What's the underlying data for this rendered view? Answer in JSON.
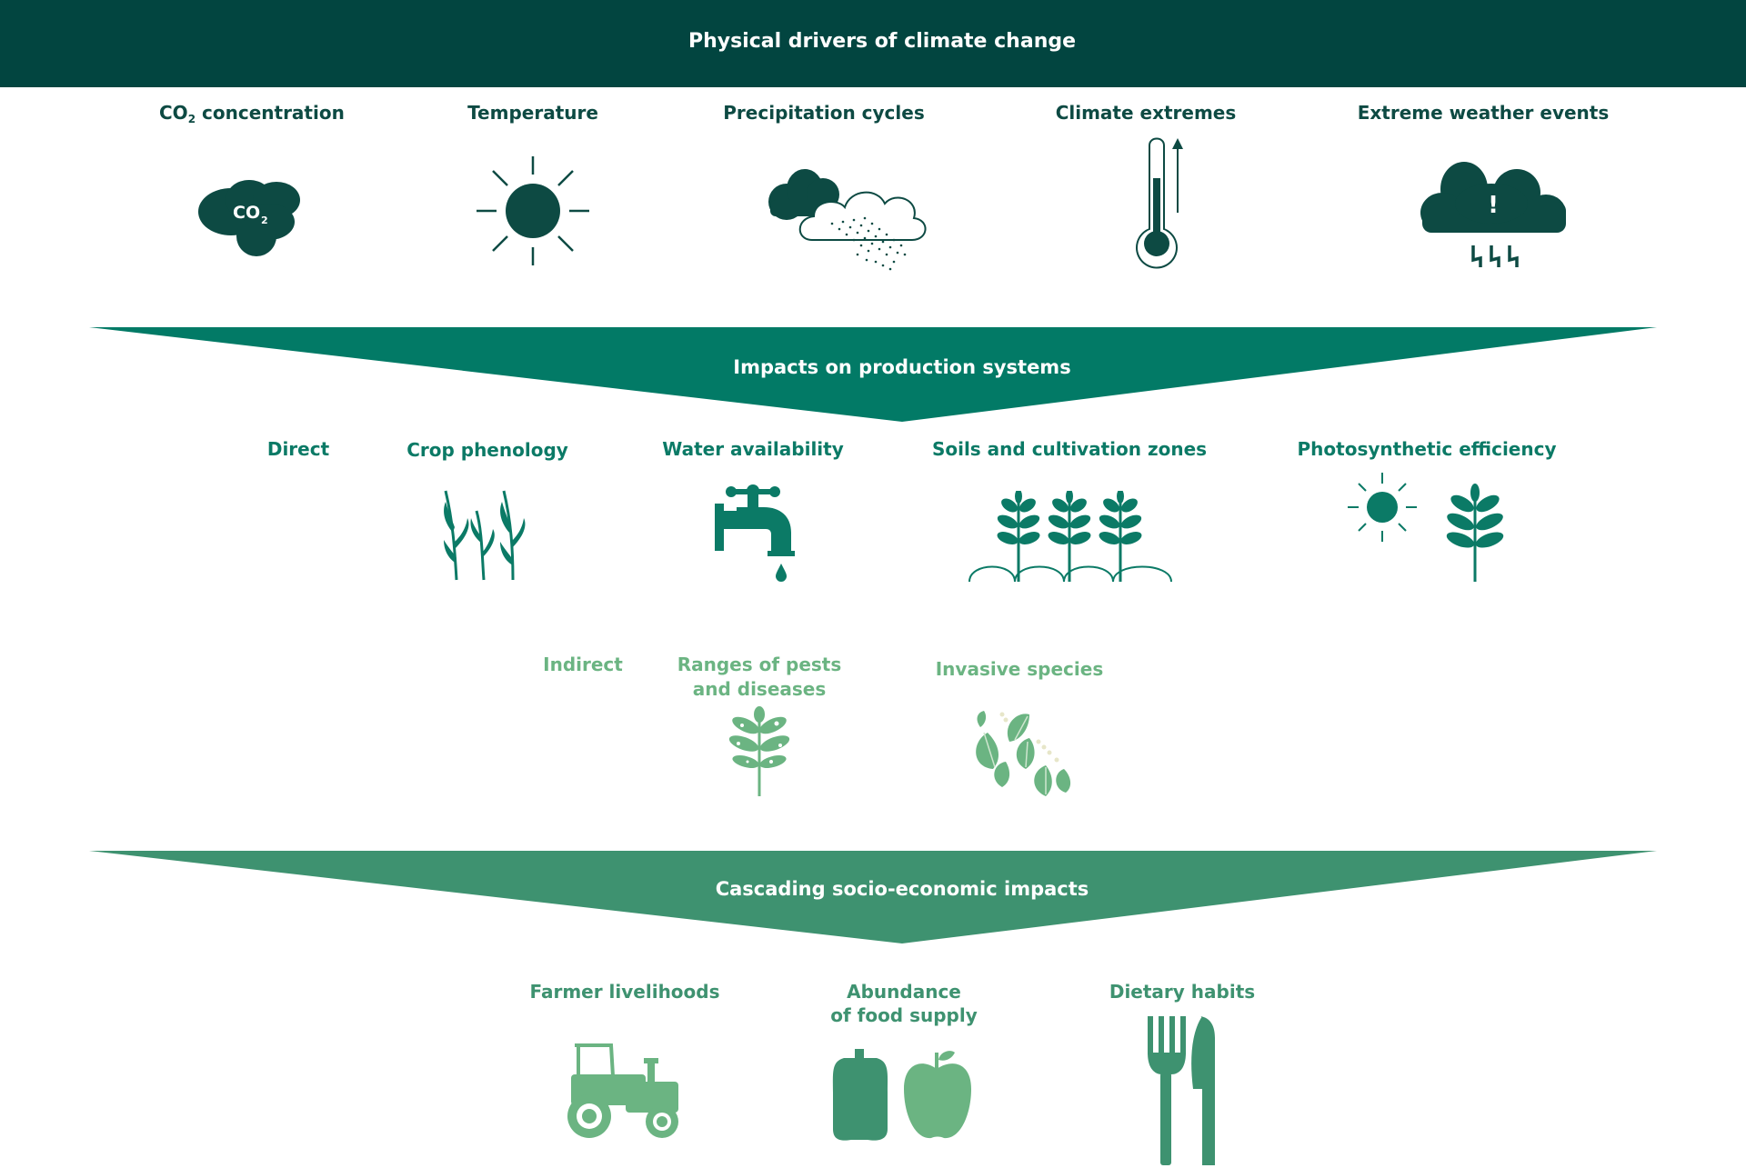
{
  "header": {
    "title": "Physical drivers of climate change"
  },
  "drivers": [
    {
      "label": "CO₂ concentration",
      "icon": "co2-cloud-icon",
      "cloud_text": "CO₂"
    },
    {
      "label": "Temperature",
      "icon": "sun-icon"
    },
    {
      "label": "Precipitation cycles",
      "icon": "rain-cloud-icon"
    },
    {
      "label": "Climate extremes",
      "icon": "thermometer-icon"
    },
    {
      "label": "Extreme weather events",
      "icon": "storm-cloud-icon",
      "alert": "!"
    }
  ],
  "production_banner": {
    "title": "Impacts on production systems"
  },
  "direct": {
    "heading": "Direct",
    "items": [
      {
        "label": "Crop phenology",
        "icon": "crop-icon"
      },
      {
        "label": "Water availability",
        "icon": "tap-icon"
      },
      {
        "label": "Soils and cultivation zones",
        "icon": "seedlings-icon"
      },
      {
        "label": "Photosynthetic efficiency",
        "icon": "sun-plant-icon"
      }
    ]
  },
  "indirect": {
    "heading": "Indirect",
    "items": [
      {
        "label_line1": "Ranges of pests",
        "label_line2": "and diseases",
        "icon": "diseased-plant-icon"
      },
      {
        "label": "Invasive species",
        "icon": "invasive-leaves-icon"
      }
    ]
  },
  "socio_banner": {
    "title": "Cascading socio-economic impacts"
  },
  "socio": [
    {
      "label": "Farmer livelihoods",
      "icon": "tractor-icon"
    },
    {
      "label_line1": "Abundance",
      "label_line2": "of food supply",
      "icon": "food-icon"
    },
    {
      "label": "Dietary habits",
      "icon": "cutlery-icon"
    }
  ],
  "colors": {
    "header": "#024540",
    "dark_text": "#0d4a43",
    "teal": "#027a66",
    "light_green": "#6bb482",
    "mid_green": "#3e9270"
  }
}
